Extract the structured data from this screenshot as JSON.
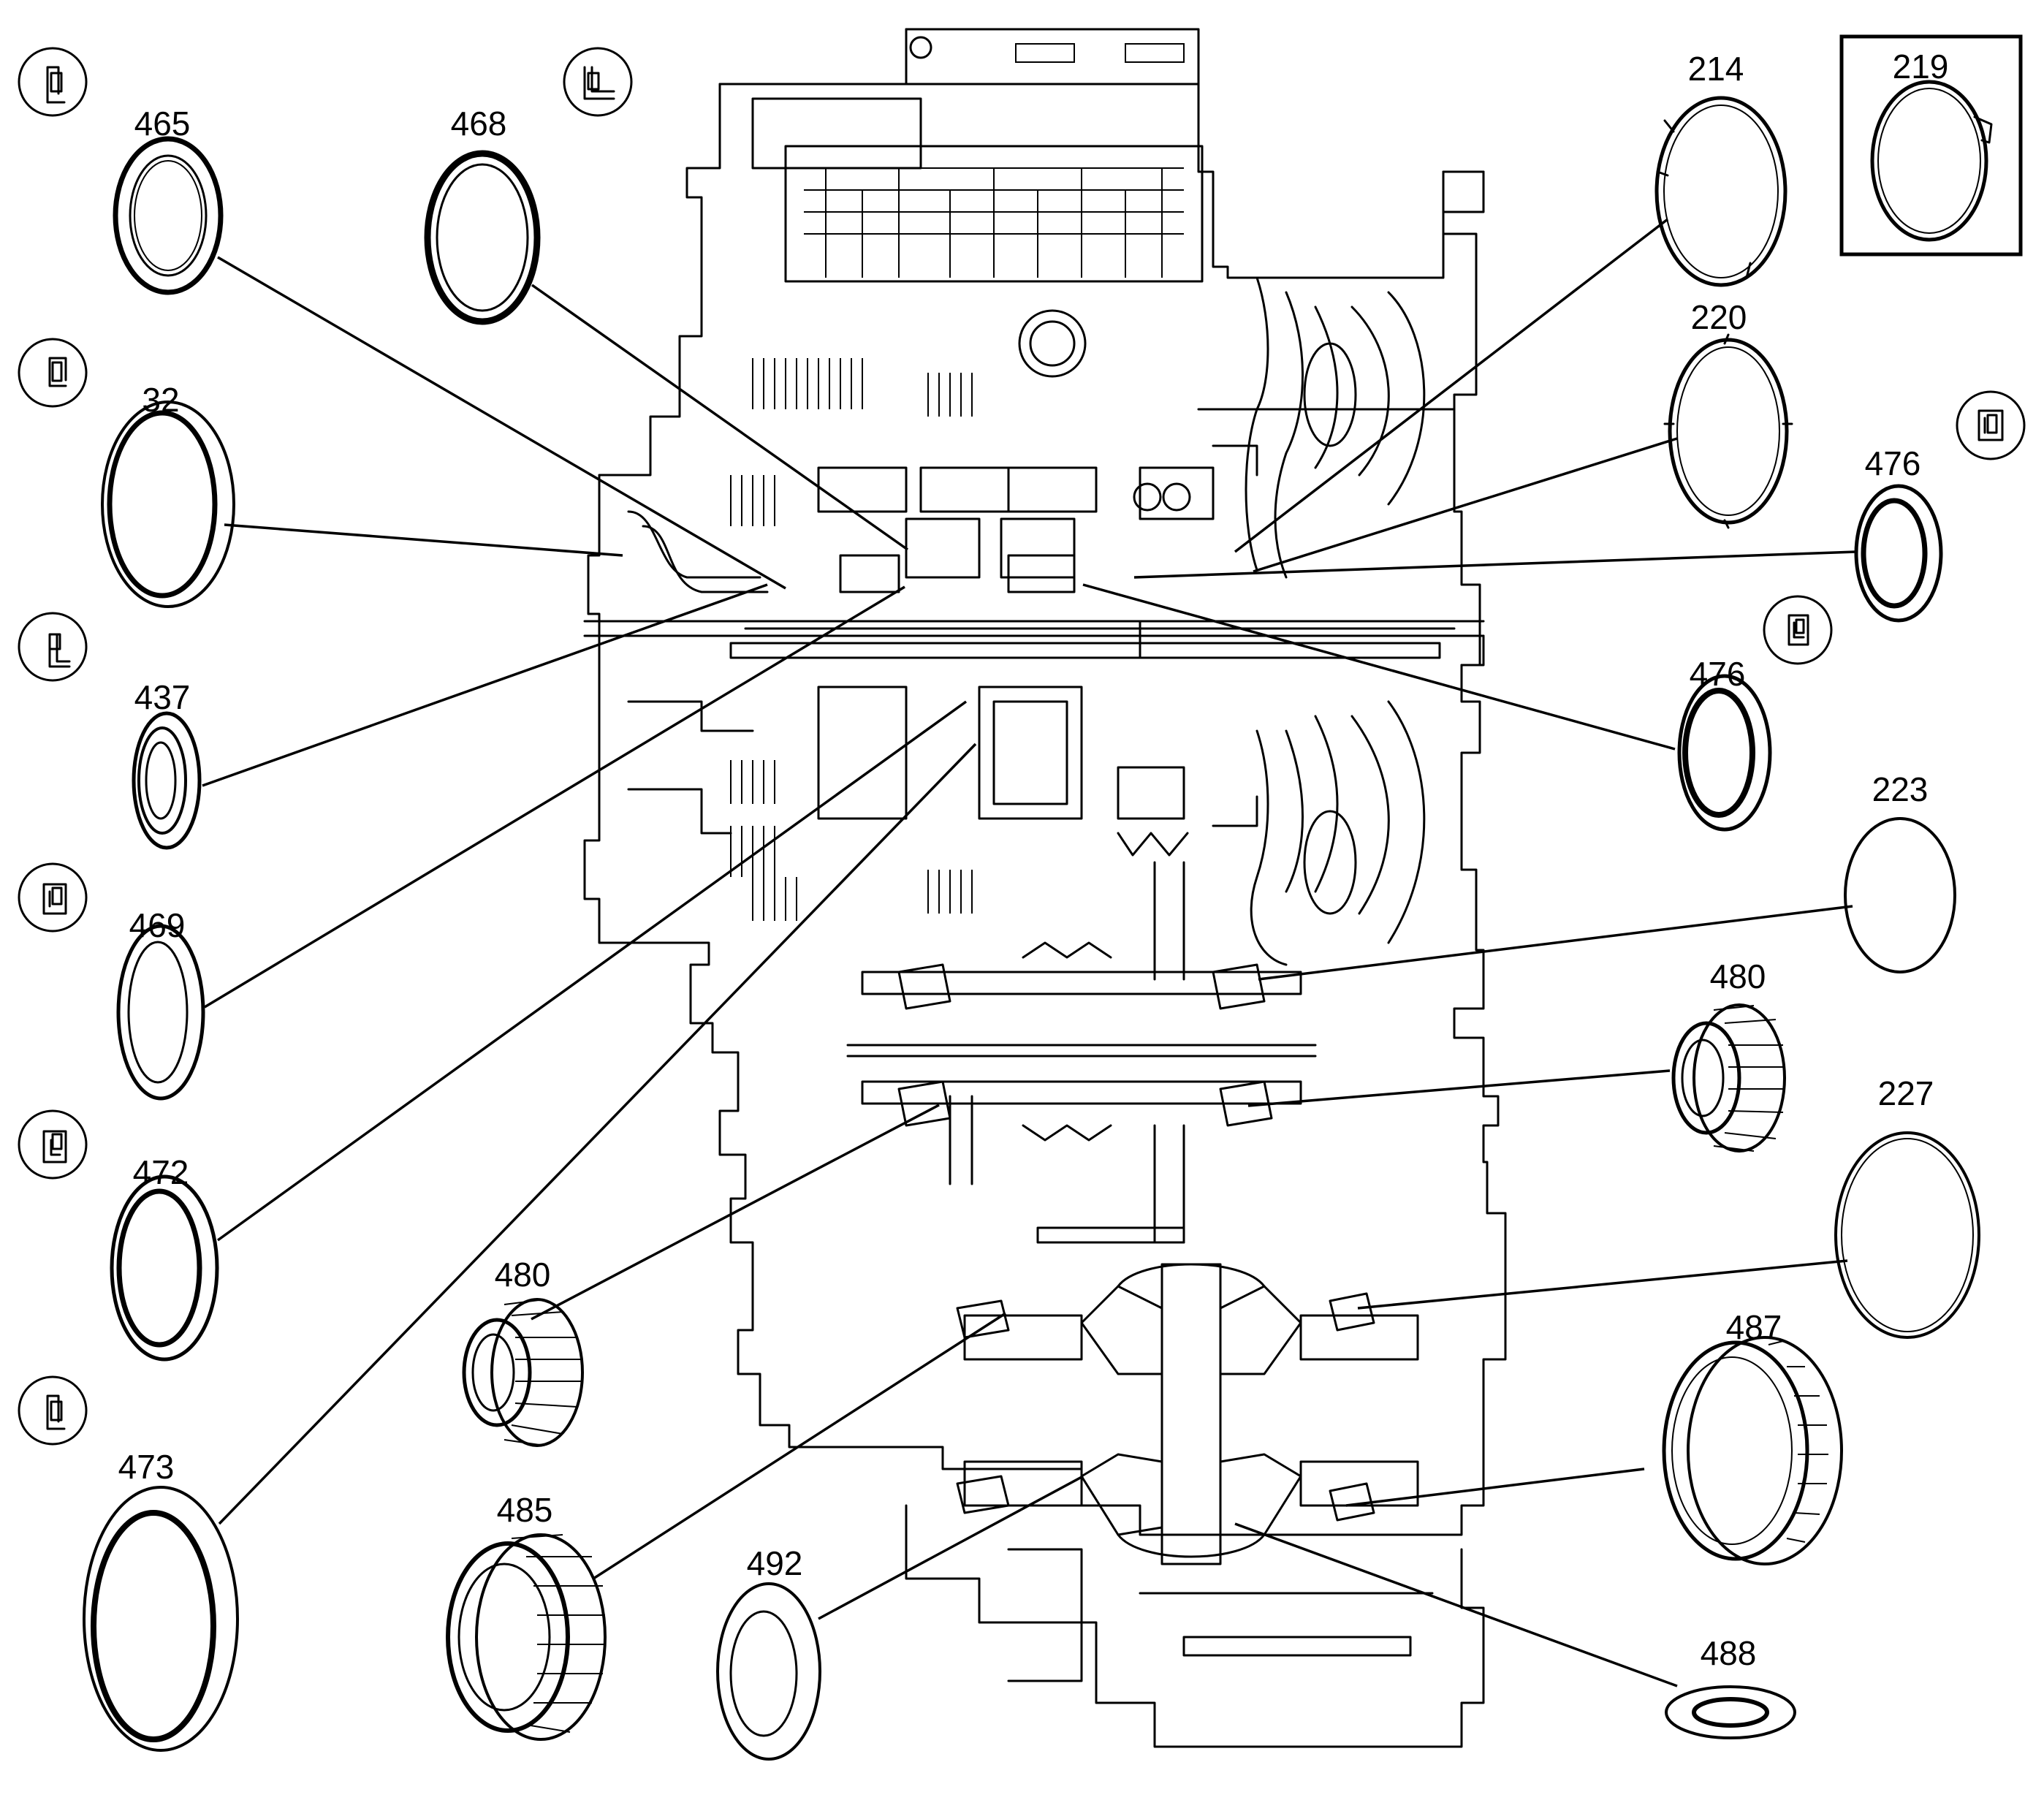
{
  "labels": {
    "p465": "465",
    "p468": "468",
    "p32": "32",
    "p437": "437",
    "p469": "469",
    "p472": "472",
    "p473": "473",
    "p480a": "480",
    "p485": "485",
    "p492": "492",
    "p214": "214",
    "p219": "219",
    "p220": "220",
    "p476a": "476",
    "p476b": "476",
    "p223": "223",
    "p480b": "480",
    "p227": "227",
    "p487": "487",
    "p488": "488"
  },
  "icons": {
    "seal_symbol": "seal-cross-section-icon"
  }
}
